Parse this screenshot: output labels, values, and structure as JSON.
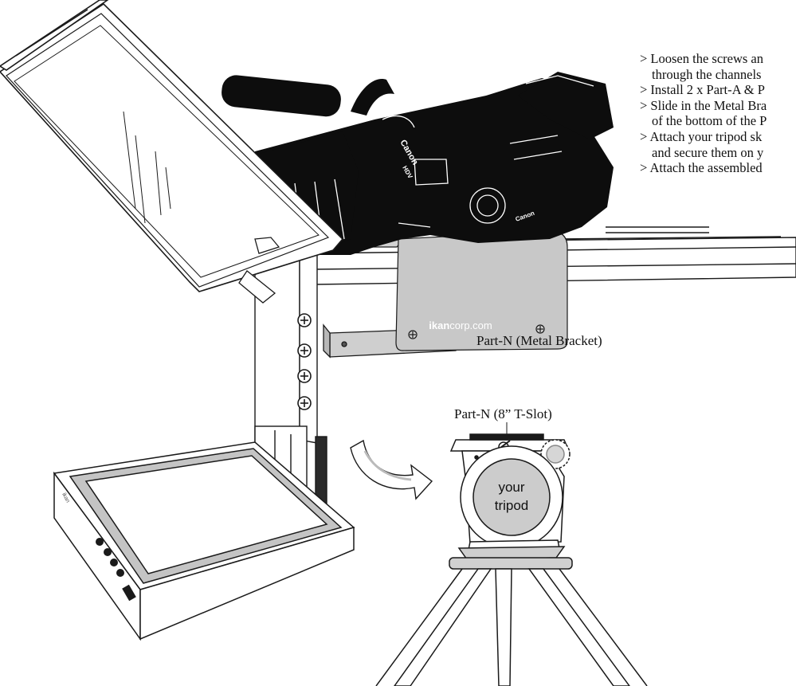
{
  "instructions": [
    {
      "text": "> Loosen the screws an",
      "indent": false
    },
    {
      "text": "through the channels",
      "indent": true
    },
    {
      "text": "> Install 2 x Part-A & P",
      "indent": false
    },
    {
      "text": "> Slide in the Metal Bra",
      "indent": false
    },
    {
      "text": "of the bottom of the P",
      "indent": true
    },
    {
      "text": "> Attach your tripod sk",
      "indent": false
    },
    {
      "text": "and secure them on y",
      "indent": true
    },
    {
      "text": "> Attach the assembled",
      "indent": false
    }
  ],
  "labels": {
    "bracket_callout": "Part-N (Metal Bracket)",
    "tslot_callout": "Part-N (8” T-Slot)",
    "brand_bold": "ikan",
    "brand_rest": "corp.com",
    "tripod_line1": "your",
    "tripod_line2": "tripod",
    "camera_brand": "Canon",
    "camera_model": "HDV",
    "monitor_brand": "ikan"
  },
  "colors": {
    "line": "#1a1a1a",
    "bracket_fill": "#c8c8c8",
    "tripod_disc": "#cccccc",
    "monitor_frame": "#c4c4c4",
    "camera": "#0d0d0d"
  }
}
